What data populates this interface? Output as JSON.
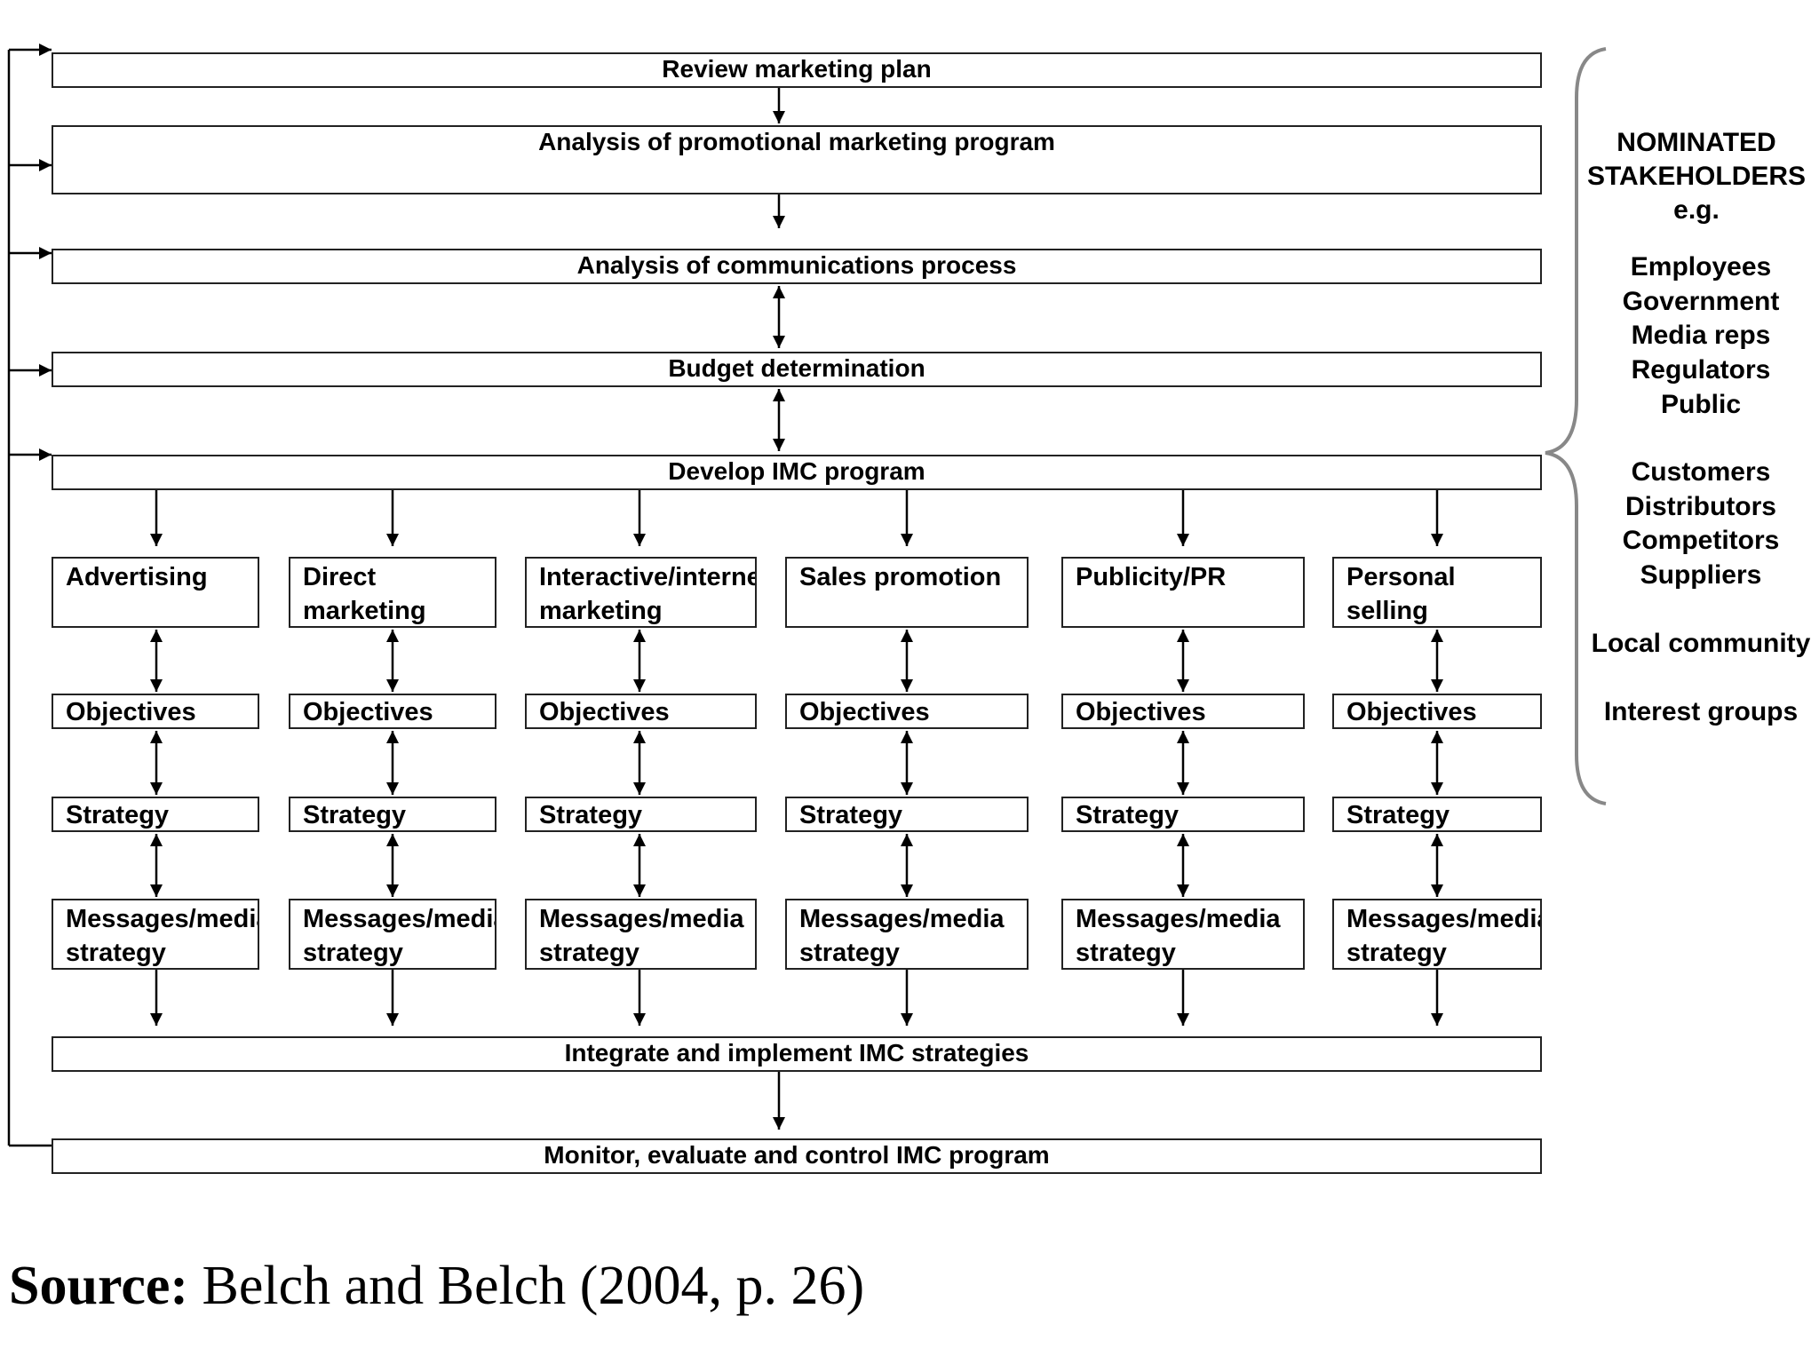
{
  "steps": {
    "review": "Review marketing plan",
    "analysis_promo": "Analysis of promotional marketing program",
    "analysis_comm": "Analysis of communications process",
    "budget": "Budget determination",
    "develop": "Develop IMC program",
    "integrate": "Integrate and implement IMC strategies",
    "monitor": "Monitor, evaluate and control IMC program"
  },
  "columns": [
    {
      "name": "Advertising",
      "objectives": "Objectives",
      "strategy": "Strategy",
      "messages": "Messages/media strategy"
    },
    {
      "name": "Direct marketing",
      "objectives": "Objectives",
      "strategy": "Strategy",
      "messages": "Messages/media strategy"
    },
    {
      "name": "Interactive/internet marketing",
      "objectives": "Objectives",
      "strategy": "Strategy",
      "messages": "Messages/media strategy"
    },
    {
      "name": "Sales promotion",
      "objectives": "Objectives",
      "strategy": "Strategy",
      "messages": "Messages/media strategy"
    },
    {
      "name": "Publicity/PR",
      "objectives": "Objectives",
      "strategy": "Strategy",
      "messages": "Messages/media strategy"
    },
    {
      "name": "Personal selling",
      "objectives": "Objectives",
      "strategy": "Strategy",
      "messages": "Messages/media strategy"
    }
  ],
  "stakeholders": {
    "title": "NOMINATED STAKEHOLDERS e.g.",
    "items": [
      "Employees",
      "Government",
      "Media reps",
      "Regulators",
      "Public",
      "Customers",
      "Distributors",
      "Competitors",
      "Suppliers",
      "Local community",
      "Interest groups"
    ]
  },
  "source": {
    "label": "Source:",
    "text": " Belch and Belch (2004, p. 26)"
  }
}
